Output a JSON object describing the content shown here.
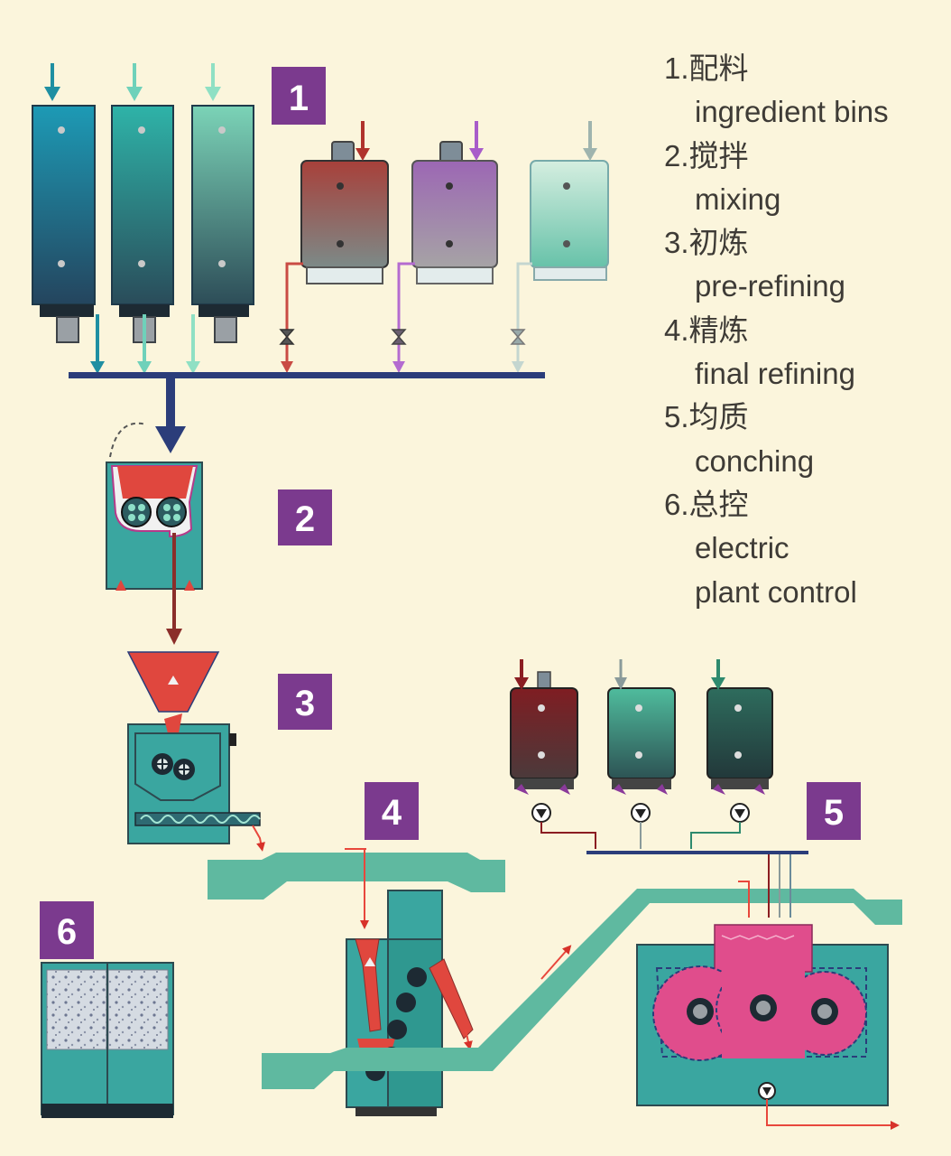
{
  "legend": [
    {
      "num": "1.",
      "zh": "配料",
      "en": [
        "ingredient bins"
      ]
    },
    {
      "num": "2.",
      "zh": "搅拌",
      "en": [
        "mixing"
      ]
    },
    {
      "num": "3.",
      "zh": "初炼",
      "en": [
        "pre-refining"
      ]
    },
    {
      "num": "4.",
      "zh": "精炼",
      "en": [
        "final refining"
      ]
    },
    {
      "num": "5.",
      "zh": "均质",
      "en": [
        "conching"
      ]
    },
    {
      "num": "6.",
      "zh": "总控",
      "en": [
        "electric",
        "plant control"
      ]
    }
  ],
  "badges": [
    "1",
    "2",
    "3",
    "4",
    "5",
    "6"
  ],
  "colors": {
    "background": "#fbf5dc",
    "badge": "#7b3a8e",
    "collector": "#2b3d7a",
    "conveyor": "#5fb9a0",
    "machine_teal": "#3aa6a0",
    "mixer_red": "#e0473e",
    "conche_pink": "#e04d8c",
    "flow_red": "#c0392b"
  },
  "icons": [
    "down-arrow-icon",
    "valve-icon",
    "pump-icon",
    "roller-icon"
  ]
}
